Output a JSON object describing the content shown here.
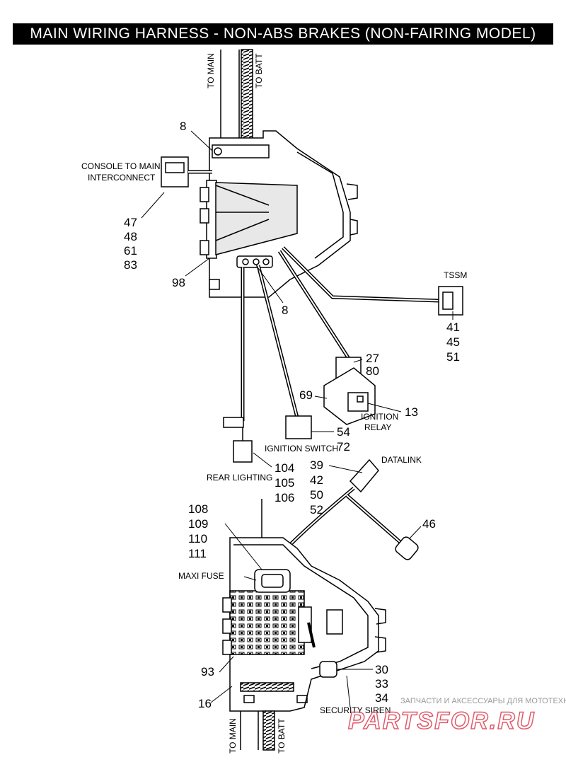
{
  "title": "MAIN WIRING HARNESS - NON-ABS BRAKES (NON-FAIRING MODEL)",
  "upper_labels": {
    "to_main": "TO MAIN",
    "to_batt": "TO BATT",
    "ref_8_top": "8",
    "console_line1": "CONSOLE TO MAIN",
    "console_line2": "INTERCONNECT",
    "console_refs": [
      "47",
      "48",
      "61",
      "83"
    ],
    "ref_98": "98",
    "ref_8_bottom": "8",
    "tssm": "TSSM",
    "tssm_refs": [
      "41",
      "45",
      "51"
    ],
    "ref_27": "27",
    "ref_80": "80",
    "ref_69": "69",
    "ref_13": "13",
    "ignition_relay_line1": "IGNITION",
    "ignition_relay_line2": "RELAY",
    "ref_54": "54",
    "ref_72": "72",
    "ignition_switch": "IGNITION SWITCH",
    "rear_lighting": "REAR LIGHTING",
    "rear_refs": [
      "104",
      "105",
      "106"
    ]
  },
  "lower_labels": {
    "datalink": "DATALINK",
    "datalink_refs": [
      "39",
      "42",
      "50",
      "52"
    ],
    "ref_46": "46",
    "fuse_refs": [
      "108",
      "109",
      "110",
      "111"
    ],
    "maxi_fuse": "MAXI FUSE",
    "ref_93": "93",
    "ref_16": "16",
    "siren_refs": [
      "30",
      "33",
      "34"
    ],
    "security_siren": "SECURITY SIREN",
    "to_main": "TO MAIN",
    "to_batt": "TO BATT"
  },
  "watermark": {
    "tagline": "ЗАПЧАСТИ И АКСЕССУАРЫ ДЛЯ МОТОТЕХНИКИ",
    "brand": "PARTSFOR.RU",
    "color": "#e05a6a"
  }
}
